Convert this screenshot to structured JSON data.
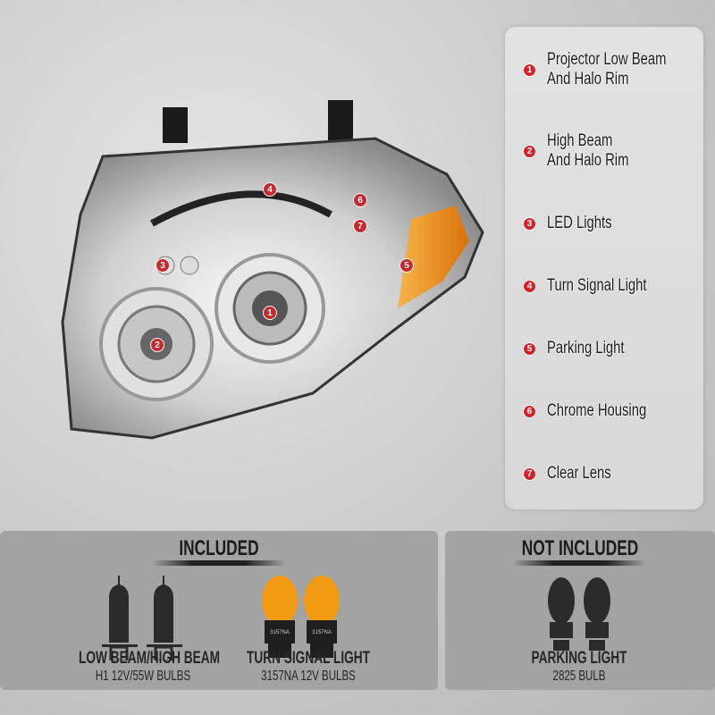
{
  "legend": {
    "items": [
      {
        "num": "1",
        "label_line1": "Projector Low Beam",
        "label_line2": "And Halo Rim"
      },
      {
        "num": "2",
        "label_line1": "High Beam",
        "label_line2": "And Halo Rim"
      },
      {
        "num": "3",
        "label_line1": "LED Lights"
      },
      {
        "num": "4",
        "label_line1": "Turn Signal Light"
      },
      {
        "num": "5",
        "label_line1": "Parking Light"
      },
      {
        "num": "6",
        "label_line1": "Chrome Housing"
      },
      {
        "num": "7",
        "label_line1": "Clear Lens"
      }
    ]
  },
  "included": {
    "title": "INCLUDED",
    "items": [
      {
        "name": "LOW BEAM/HIGH BEAM",
        "spec": "H1 12V/55W BULBS"
      },
      {
        "name": "TURN SIGNAL LIGHT",
        "spec": "3157NA  12V BULBS",
        "bulb_text": "3157NA"
      }
    ]
  },
  "not_included": {
    "title": "NOT INCLUDED",
    "items": [
      {
        "name": "PARKING LIGHT",
        "spec": "2825 BULB"
      }
    ]
  },
  "colors": {
    "marker": "#d2232a",
    "amber": "#f29a12",
    "panel": "#a3a3a3"
  }
}
